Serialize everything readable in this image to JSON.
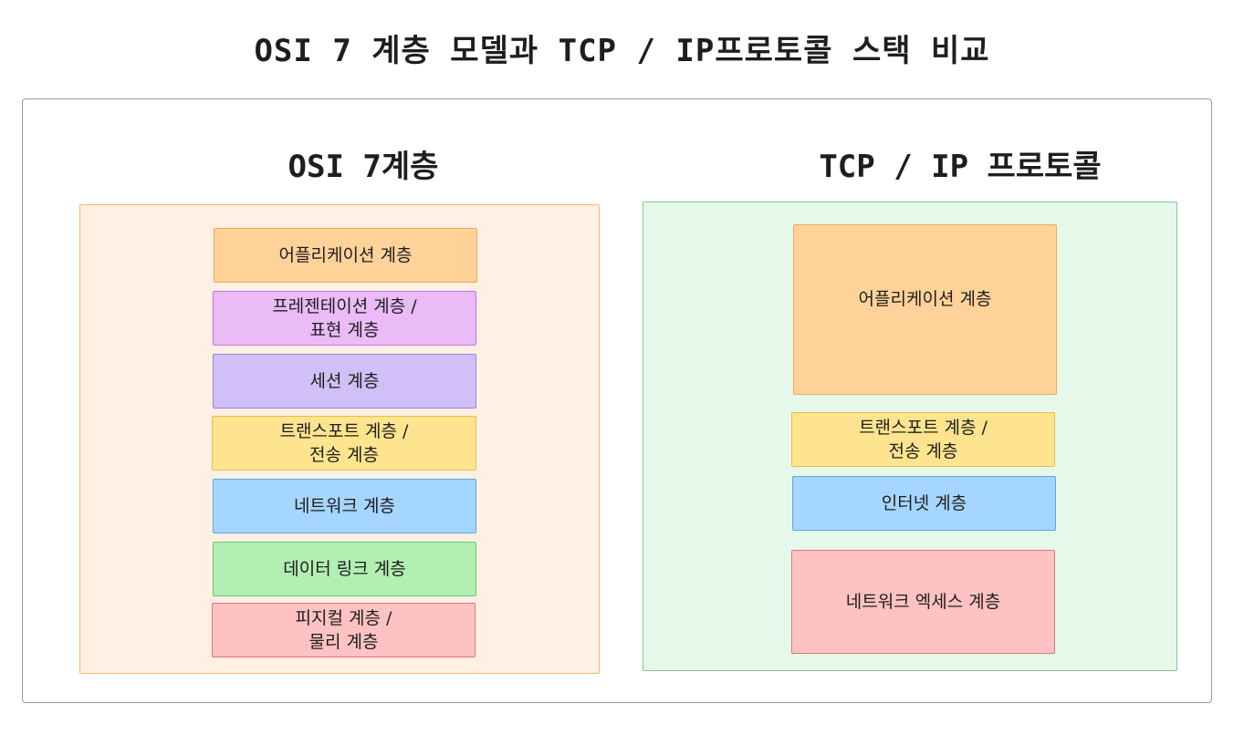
{
  "title": "OSI 7 계층 모델과 TCP / IP프로토콜 스택 비교",
  "osi": {
    "heading": "OSI 7계층",
    "layers": [
      {
        "label": "어플리케이션 계층",
        "color": "#ffd29a"
      },
      {
        "label": "프레젠테이션 계층 /\n표현 계층",
        "color": "#eabbf7"
      },
      {
        "label": "세션 계층",
        "color": "#d0c0f7"
      },
      {
        "label": "트랜스포트 계층 /\n전송 계층",
        "color": "#ffe48f"
      },
      {
        "label": "네트워크 계층",
        "color": "#a5d6ff"
      },
      {
        "label": "데이터 링크 계층",
        "color": "#b2efb2"
      },
      {
        "label": "피지컬 계층 /\n물리 계층",
        "color": "#ffc2c2"
      }
    ]
  },
  "tcpip": {
    "heading": "TCP / IP 프로토콜",
    "layers": [
      {
        "label": "어플리케이션 계층",
        "color": "#ffd29a"
      },
      {
        "label": "트랜스포트 계층 /\n전송 계층",
        "color": "#ffe48f"
      },
      {
        "label": "인터넷 계층",
        "color": "#a5d6ff"
      },
      {
        "label": "네트워크 엑세스 계층",
        "color": "#ffc2c2"
      }
    ]
  }
}
